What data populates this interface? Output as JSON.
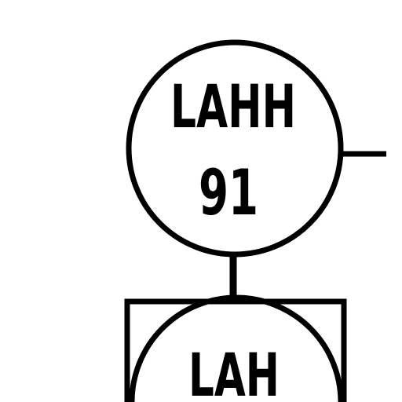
{
  "diagram": {
    "upper_instrument": {
      "tag": "LAHH",
      "number": "91"
    },
    "lower_instrument": {
      "tag": "LAH"
    },
    "colors": {
      "line": "#000000",
      "background": "#ffffff"
    }
  }
}
